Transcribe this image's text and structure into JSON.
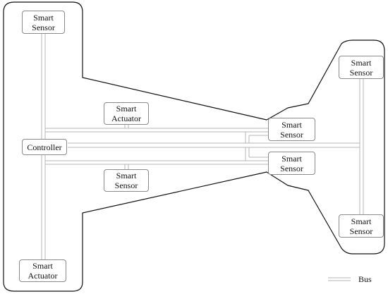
{
  "nodes": [
    {
      "id": "ss-left-top",
      "line1": "Smart",
      "line2": "Sensor"
    },
    {
      "id": "sa-center",
      "line1": "Smart",
      "line2": "Actuator"
    },
    {
      "id": "controller",
      "line1": "Controller"
    },
    {
      "id": "ss-center-upper",
      "line1": "Smart",
      "line2": "Sensor"
    },
    {
      "id": "ss-center-lower",
      "line1": "Smart",
      "line2": "Sensor"
    },
    {
      "id": "ss-center-mid",
      "line1": "Smart",
      "line2": "Sensor"
    },
    {
      "id": "ss-right-top",
      "line1": "Smart",
      "line2": "Sensor"
    },
    {
      "id": "ss-right-bottom",
      "line1": "Smart",
      "line2": "Sensor"
    },
    {
      "id": "sa-left-bottom",
      "line1": "Smart",
      "line2": "Actuator"
    }
  ],
  "legend": {
    "label": "Bus"
  },
  "colors": {
    "bus": "#b5b5b5",
    "outline": "#111111",
    "box_border": "#8a8a8a"
  }
}
